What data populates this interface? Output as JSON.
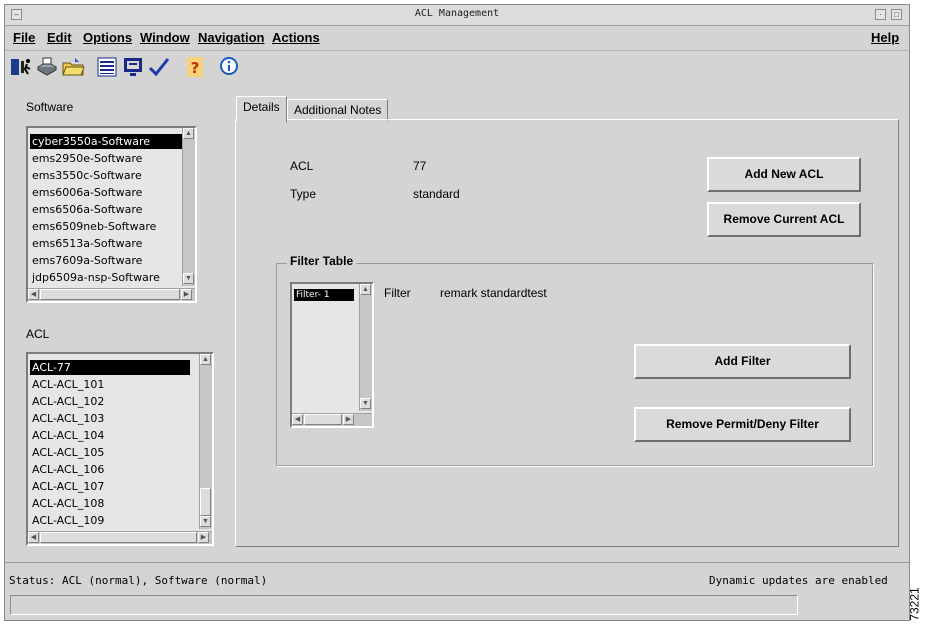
{
  "window": {
    "title": "ACL Management"
  },
  "menu": {
    "file": "File",
    "edit": "Edit",
    "options": "Options",
    "window": "Window",
    "navigation": "Navigation",
    "actions": "Actions",
    "help": "Help"
  },
  "software": {
    "label": "Software",
    "items": [
      "cyber3550a-Software",
      "ems2950e-Software",
      "ems3550c-Software",
      "ems6006a-Software",
      "ems6506a-Software",
      "ems6509neb-Software",
      "ems6513a-Software",
      "ems7609a-Software",
      "jdp6509a-nsp-Software"
    ],
    "selected_index": 0
  },
  "acl_list": {
    "label": "ACL",
    "items": [
      "ACL-77",
      "ACL-ACL_101",
      "ACL-ACL_102",
      "ACL-ACL_103",
      "ACL-ACL_104",
      "ACL-ACL_105",
      "ACL-ACL_106",
      "ACL-ACL_107",
      "ACL-ACL_108",
      "ACL-ACL_109"
    ],
    "selected_index": 0
  },
  "tabs": {
    "details": "Details",
    "notes": "Additional Notes"
  },
  "details": {
    "acl_label": "ACL",
    "acl_value": "77",
    "type_label": "Type",
    "type_value": "standard",
    "add_acl_button": "Add New ACL",
    "remove_acl_button": "Remove Current ACL"
  },
  "filter_table": {
    "title": "Filter Table",
    "items": [
      "Filter- 1"
    ],
    "filter_label": "Filter",
    "filter_value": "remark standardtest",
    "add_filter_button": "Add Filter",
    "remove_filter_button": "Remove Permit/Deny Filter"
  },
  "status": {
    "text": "Status: ACL (normal), Software (normal)",
    "updates": "Dynamic updates are enabled"
  },
  "side_id": "73221",
  "icons": [
    "exit-icon",
    "printer-icon",
    "open-folder-icon",
    "list-icon",
    "monitor-icon",
    "checkmark-icon",
    "help-icon",
    "info-icon"
  ]
}
